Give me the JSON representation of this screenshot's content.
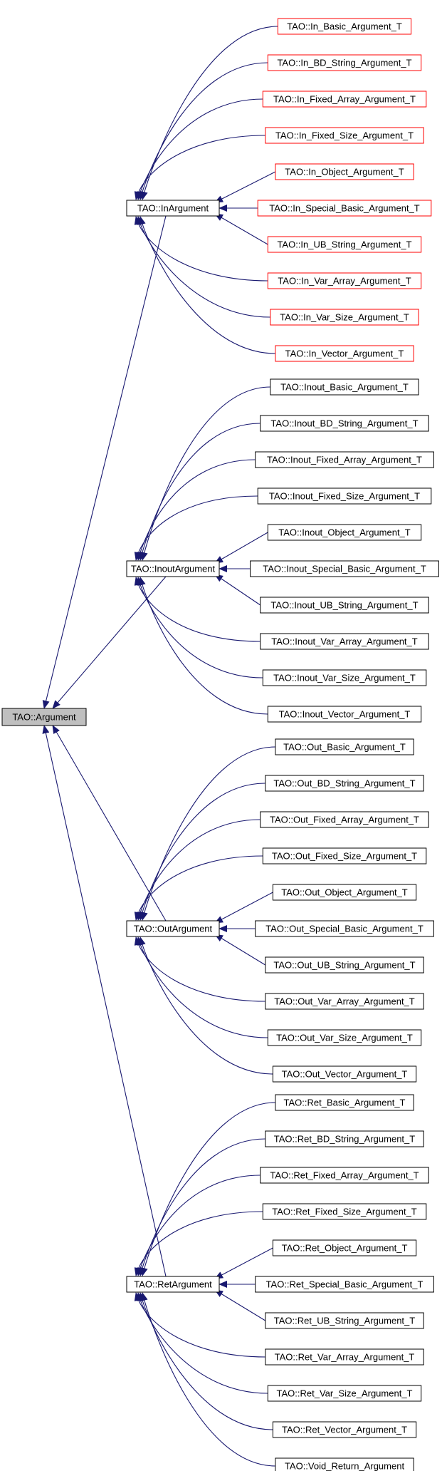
{
  "colors": {
    "edge": "#191970",
    "root_fill": "#bfbfbf",
    "normal_border": "#000000",
    "highlight_border": "#ff0000"
  },
  "root": {
    "id": "argument",
    "label": "TAO::Argument"
  },
  "groups": [
    {
      "id": "in",
      "label": "TAO::InArgument",
      "children_border": "highlight",
      "children": [
        "TAO::In_Basic_Argument_T",
        "TAO::In_BD_String_Argument_T",
        "TAO::In_Fixed_Array_Argument_T",
        "TAO::In_Fixed_Size_Argument_T",
        "TAO::In_Object_Argument_T",
        "TAO::In_Special_Basic_Argument_T",
        "TAO::In_UB_String_Argument_T",
        "TAO::In_Var_Array_Argument_T",
        "TAO::In_Var_Size_Argument_T",
        "TAO::In_Vector_Argument_T"
      ]
    },
    {
      "id": "inout",
      "label": "TAO::InoutArgument",
      "children_border": "normal",
      "children": [
        "TAO::Inout_Basic_Argument_T",
        "TAO::Inout_BD_String_Argument_T",
        "TAO::Inout_Fixed_Array_Argument_T",
        "TAO::Inout_Fixed_Size_Argument_T",
        "TAO::Inout_Object_Argument_T",
        "TAO::Inout_Special_Basic_Argument_T",
        "TAO::Inout_UB_String_Argument_T",
        "TAO::Inout_Var_Array_Argument_T",
        "TAO::Inout_Var_Size_Argument_T",
        "TAO::Inout_Vector_Argument_T"
      ]
    },
    {
      "id": "out",
      "label": "TAO::OutArgument",
      "children_border": "normal",
      "children": [
        "TAO::Out_Basic_Argument_T",
        "TAO::Out_BD_String_Argument_T",
        "TAO::Out_Fixed_Array_Argument_T",
        "TAO::Out_Fixed_Size_Argument_T",
        "TAO::Out_Object_Argument_T",
        "TAO::Out_Special_Basic_Argument_T",
        "TAO::Out_UB_String_Argument_T",
        "TAO::Out_Var_Array_Argument_T",
        "TAO::Out_Var_Size_Argument_T",
        "TAO::Out_Vector_Argument_T"
      ]
    },
    {
      "id": "ret",
      "label": "TAO::RetArgument",
      "children_border": "normal",
      "children": [
        "TAO::Ret_Basic_Argument_T",
        "TAO::Ret_BD_String_Argument_T",
        "TAO::Ret_Fixed_Array_Argument_T",
        "TAO::Ret_Fixed_Size_Argument_T",
        "TAO::Ret_Object_Argument_T",
        "TAO::Ret_Special_Basic_Argument_T",
        "TAO::Ret_UB_String_Argument_T",
        "TAO::Ret_Var_Array_Argument_T",
        "TAO::Ret_Var_Size_Argument_T",
        "TAO::Ret_Vector_Argument_T",
        "TAO::Void_Return_Argument"
      ]
    }
  ]
}
